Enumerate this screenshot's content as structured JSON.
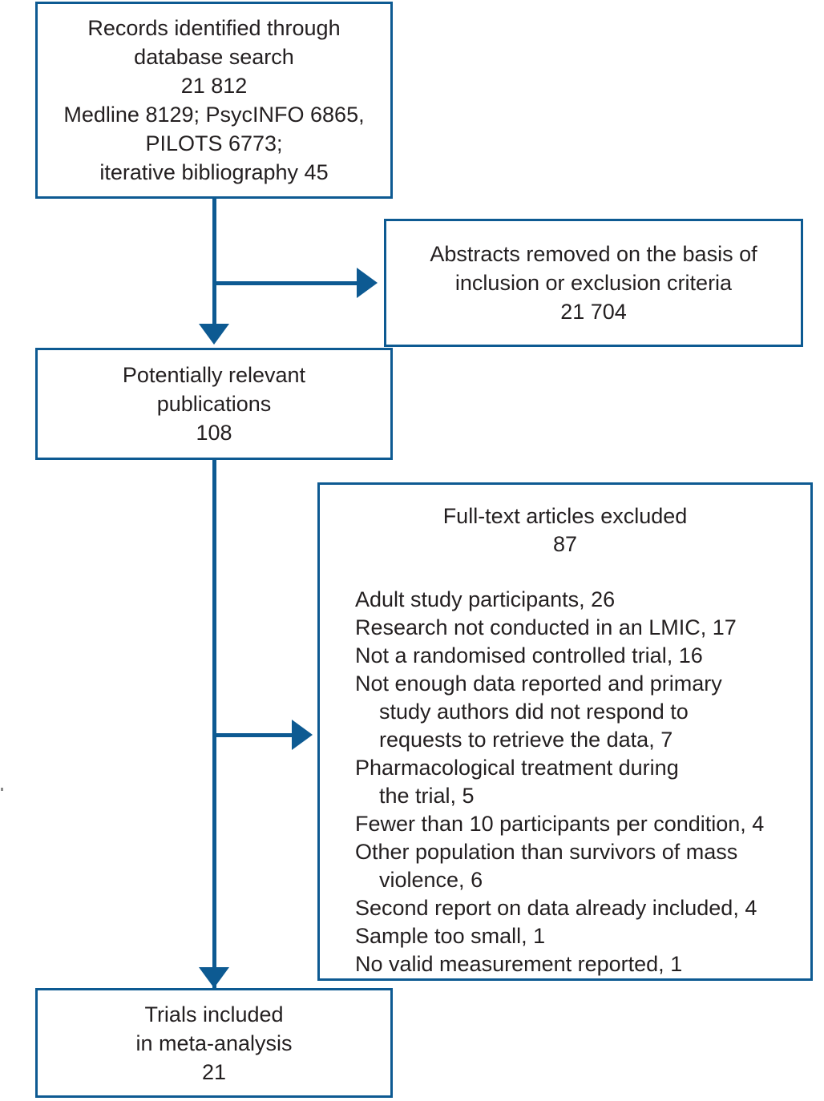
{
  "diagram": {
    "title": "PRISMA study selection flow diagram",
    "accent_color": "#0d5a92",
    "text_color": "#231f20",
    "background_color": "#ffffff"
  },
  "nodes": {
    "records": {
      "name": "records-identified-box",
      "lines": [
        "Records identified through",
        "database search",
        "21 812",
        "Medline 8129; PsycINFO 6865,",
        "PILOTS 6773;",
        "iterative bibliography 45"
      ]
    },
    "abstracts_removed": {
      "name": "abstracts-removed-box",
      "lines": [
        "Abstracts removed on the basis of",
        "inclusion or exclusion criteria",
        "21 704"
      ]
    },
    "potentially_relevant": {
      "name": "potentially-relevant-box",
      "lines": [
        "Potentially relevant",
        "publications",
        "108"
      ]
    },
    "full_text_excluded": {
      "name": "full-text-excluded-box",
      "heading": [
        "Full-text articles excluded",
        "87"
      ],
      "reasons": [
        {
          "text": "Adult study participants, 26",
          "indented": false
        },
        {
          "text": "Research not conducted in an LMIC, 17",
          "indented": false
        },
        {
          "text": "Not a randomised controlled trial, 16",
          "indented": false
        },
        {
          "text": "Not enough data reported and primary",
          "indented": false
        },
        {
          "text": "study authors did not respond to",
          "indented": true
        },
        {
          "text": "requests to retrieve the data, 7",
          "indented": true
        },
        {
          "text": "Pharmacological treatment during",
          "indented": false
        },
        {
          "text": "the trial, 5",
          "indented": true
        },
        {
          "text": "Fewer than 10 participants per condition, 4",
          "indented": false
        },
        {
          "text": "Other population than survivors of mass",
          "indented": false
        },
        {
          "text": "violence, 6",
          "indented": true
        },
        {
          "text": "Second report on data already included, 4",
          "indented": false
        },
        {
          "text": "Sample too small, 1",
          "indented": false
        },
        {
          "text": "No valid measurement reported, 1",
          "indented": false
        }
      ]
    },
    "trials_included": {
      "name": "trials-included-box",
      "lines": [
        "Trials included",
        "in meta-analysis",
        "21"
      ]
    }
  },
  "counts": {
    "records_identified_total": 21812,
    "medline": 8129,
    "psycinfo": 6865,
    "pilots": 6773,
    "iterative_bibliography": 45,
    "abstracts_removed": 21704,
    "potentially_relevant": 108,
    "full_text_excluded": 87,
    "trials_included": 21
  },
  "connectors": [
    {
      "name": "records-to-potentially-relevant-arrow",
      "direction": "down"
    },
    {
      "name": "records-to-abstracts-removed-arrow",
      "direction": "right"
    },
    {
      "name": "potentially-relevant-to-trials-arrow",
      "direction": "down"
    },
    {
      "name": "potentially-relevant-to-excluded-arrow",
      "direction": "right"
    }
  ]
}
